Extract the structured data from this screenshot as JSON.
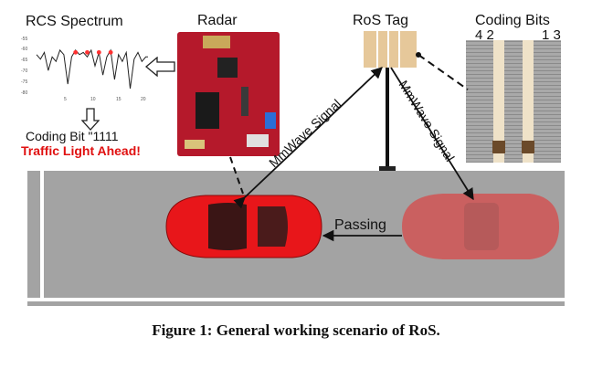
{
  "labels": {
    "rcs_spectrum": "RCS Spectrum",
    "radar": "Radar",
    "ros_tag": "RoS Tag",
    "coding_bits": "Coding Bits",
    "bits_left": "4 2",
    "bits_right": "1 3",
    "coding_bit_result": "Coding Bit \"1111",
    "traffic_light": "Traffic Light Ahead!",
    "mmwave_signal_left": "MmWave Signal",
    "mmwave_signal_right": "MmWave Signal",
    "passing": "Passing"
  },
  "chart_data": {
    "type": "line",
    "title": "RCS Spectrum",
    "xlim": [
      0,
      20
    ],
    "ylim": [
      -80,
      -55
    ],
    "x_ticks": [
      "5",
      "10",
      "15",
      "20"
    ],
    "y_ticks": [
      "-55",
      "-60",
      "-65",
      "-70",
      "-75",
      "-80"
    ],
    "x": [
      0,
      0.7,
      1.4,
      2.1,
      2.8,
      3.5,
      4.2,
      4.9,
      5.6,
      6.3,
      7.0,
      7.7,
      8.4,
      9.1,
      9.8,
      10.5,
      11.2,
      11.9,
      12.6,
      13.3,
      14.0,
      14.7,
      15.4,
      16.1,
      16.8,
      17.5,
      18.2,
      18.9,
      19.6,
      20.0
    ],
    "y": [
      -63,
      -65,
      -62,
      -70,
      -64,
      -66,
      -61,
      -63,
      -76,
      -64,
      -61,
      -63,
      -62,
      -64,
      -61,
      -68,
      -62,
      -72,
      -64,
      -61,
      -74,
      -63,
      -66,
      -62,
      -78,
      -65,
      -62,
      -66,
      -64,
      -64
    ],
    "markers_x": [
      7.0,
      9.1,
      11.2,
      13.3
    ],
    "markers_y": [
      -62,
      -62,
      -62,
      -62
    ],
    "marker_color": "#ff3030",
    "line_color": "#222222"
  },
  "figure": {
    "caption": "Figure 1: General working scenario of RoS."
  },
  "colors": {
    "road": "#a3a3a3",
    "lane_line": "#ffffff",
    "car_red": "#e8161a",
    "ghost_car": "#f48a86",
    "highlight_text": "#e01010",
    "radar_board": "#b5192b"
  }
}
